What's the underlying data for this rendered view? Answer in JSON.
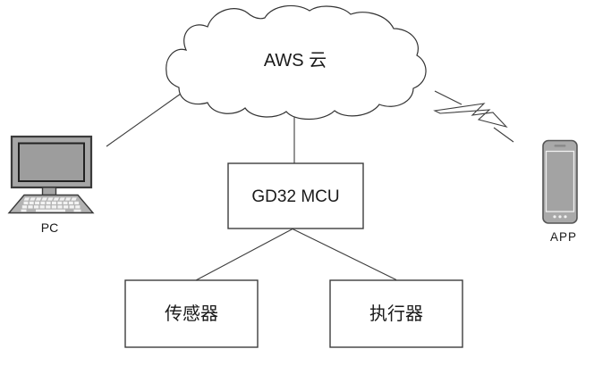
{
  "diagram": {
    "cloud": {
      "label": "AWS 云"
    },
    "boxes": {
      "mcu": {
        "label": "GD32 MCU"
      },
      "sensor": {
        "label": "传感器"
      },
      "actuator": {
        "label": "执行器"
      }
    },
    "devices": {
      "pc": {
        "label": "PC"
      },
      "app": {
        "label": "APP"
      }
    },
    "connections": [
      {
        "from": "PC",
        "to": "AWS 云",
        "type": "line"
      },
      {
        "from": "AWS 云",
        "to": "GD32 MCU",
        "type": "line"
      },
      {
        "from": "GD32 MCU",
        "to": "传感器",
        "type": "line"
      },
      {
        "from": "GD32 MCU",
        "to": "执行器",
        "type": "line"
      },
      {
        "from": "AWS 云",
        "to": "APP",
        "type": "wireless-lightning"
      }
    ],
    "colors": {
      "stroke": "#3d3d3d",
      "text": "#1a1a1a",
      "device_body": "#a6a6a6",
      "device_screen": "#9d9d9d",
      "keyboard": "#b3b3b3",
      "keys": "#f2f2f2",
      "phone_body": "#a9a9a9",
      "phone_screen": "#a3a3a3",
      "phone_detail": "#8b8b8b",
      "screen_border": "#f0f0f0"
    }
  }
}
